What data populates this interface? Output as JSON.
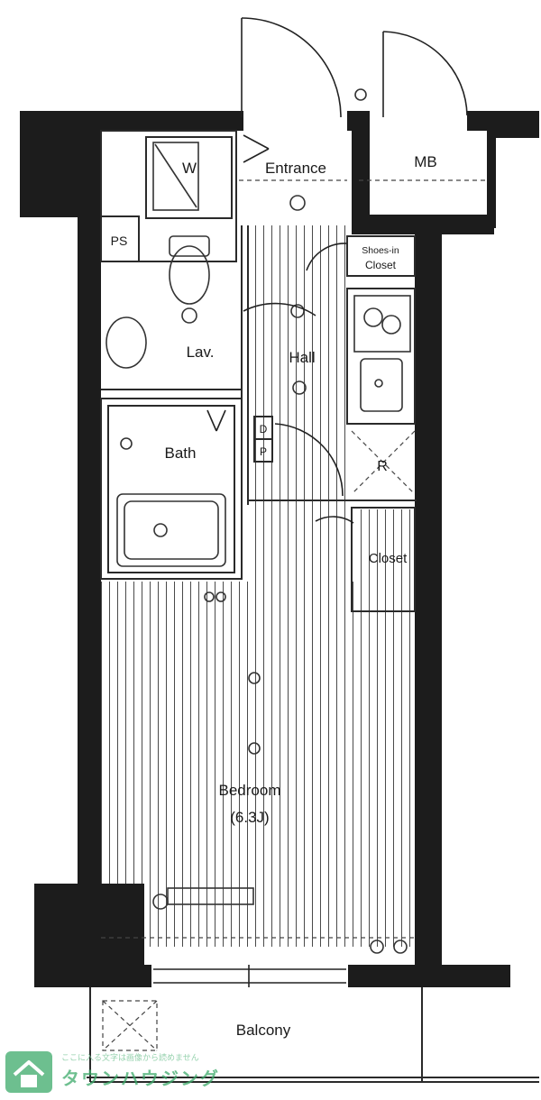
{
  "rooms": {
    "w": "W",
    "entrance": "Entrance",
    "mb": "MB",
    "ps": "PS",
    "shoe_closet_line1": "Shoes-in",
    "shoe_closet_line2": "Closet",
    "lav": "Lav.",
    "hall": "Hall",
    "bath": "Bath",
    "d_label": "D",
    "p_label": "P",
    "r_label": "R",
    "closet": "Closet",
    "bedroom": "Bedroom",
    "bedroom_size": "(6.3J)",
    "balcony": "Balcony"
  },
  "watermark": {
    "text": "タウンハウジング",
    "subtext": "ここに入る文字は画像から読めません",
    "icon": "house-logo-icon",
    "color": "#3daa6a"
  },
  "colors": {
    "wall": "#1c1c1c",
    "line": "#2a2a2a",
    "background": "#ffffff"
  }
}
